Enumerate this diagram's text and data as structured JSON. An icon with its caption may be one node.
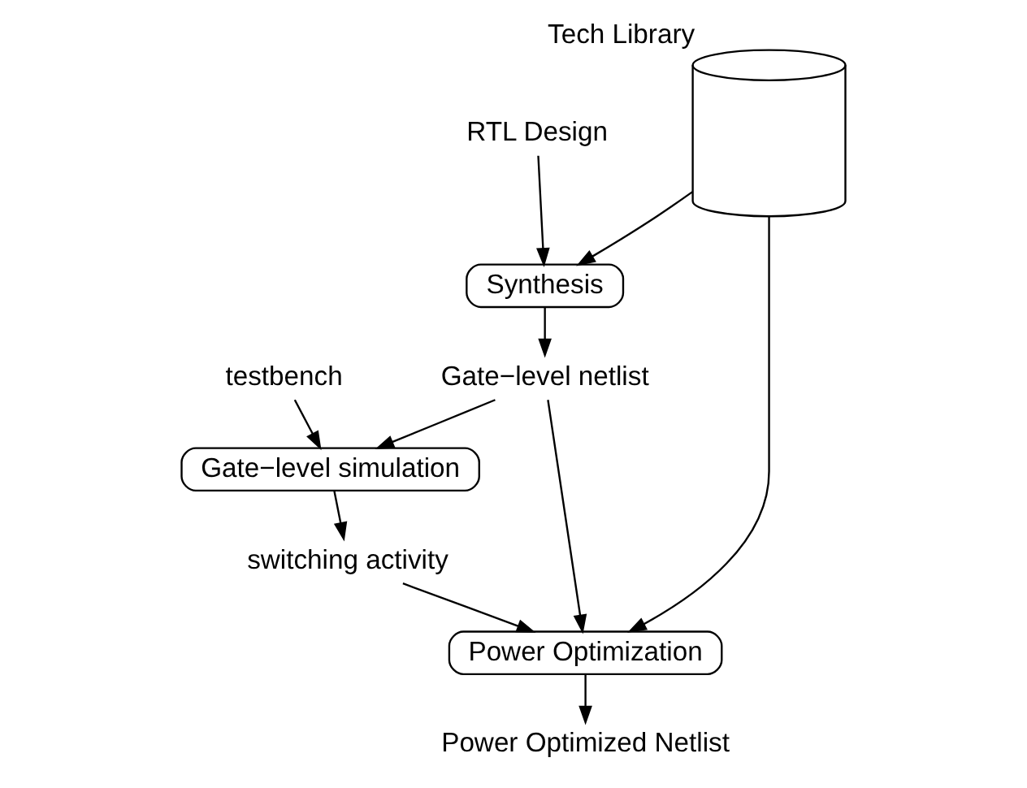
{
  "diagram": {
    "nodes": [
      {
        "text": [
          "RTL Design"
        ]
      },
      {
        "text": [
          "Synthesis"
        ]
      },
      {
        "text": [
          "testbench"
        ]
      },
      {
        "text": [
          "Gate−level netlist"
        ]
      },
      {
        "text": [
          "Gate−level simulation"
        ]
      },
      {
        "text": [],
        "shape": "cylinder",
        "beside": [
          "Tech Library"
        ]
      },
      {
        "text": [
          "switching activity"
        ]
      },
      {
        "text": [
          "Power Optimization"
        ]
      },
      {
        "text": [
          "Power Optimized Netlist"
        ]
      }
    ],
    "edges": [
      {
        "from": 0,
        "to": 1,
        "arrow": "to"
      },
      {
        "from": 1,
        "to": 3,
        "arrow": "to"
      },
      {
        "from": 5,
        "to": 1,
        "arrow": "to"
      },
      {
        "from": 3,
        "to": 4,
        "arrow": "to"
      },
      {
        "from": 2,
        "to": 4,
        "arrow": "to"
      },
      {
        "from": 4,
        "to": 6,
        "arrow": "to"
      },
      {
        "from": 3,
        "to": 7,
        "arrow": "to"
      },
      {
        "from": 5,
        "to": 7,
        "arrow": "to"
      },
      {
        "from": 6,
        "to": 7,
        "arrow": "to"
      },
      {
        "from": 7,
        "to": 8,
        "arrow": "to"
      }
    ]
  }
}
